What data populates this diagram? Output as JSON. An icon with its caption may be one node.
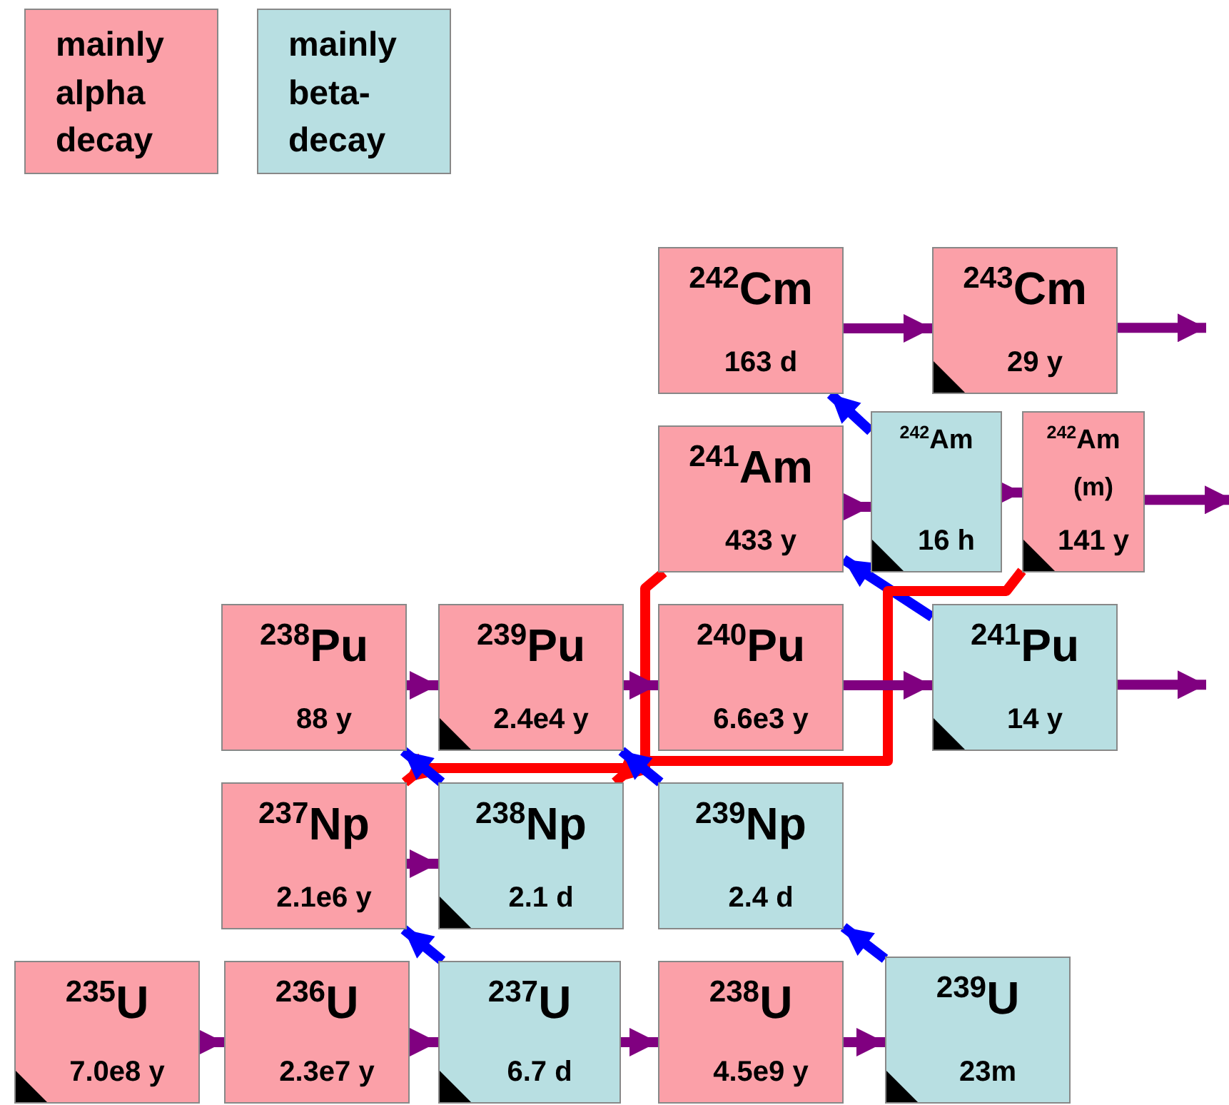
{
  "diagram": {
    "nodes": [
      {
        "text": [
          "$^{242}$Cm",
          "163 d"
        ]
      },
      {
        "text": [
          "$^{243}$Cm",
          "29 y"
        ]
      },
      {
        "text": [
          "$^{241}$Am",
          "433 y"
        ]
      },
      {
        "text": [
          "$^{242}$Am",
          "16 h"
        ]
      },
      {
        "text": [
          "$^{242}$Am",
          "(m)",
          "141 y"
        ]
      },
      {
        "text": [
          "$^{238}$Pu",
          "88 y"
        ]
      },
      {
        "text": [
          "$^{239}$Pu",
          "2.4e4 y"
        ]
      },
      {
        "text": [
          "$^{240}$Pu",
          "6.6e3 y"
        ]
      },
      {
        "text": [
          "$^{241}$Pu",
          "14 y"
        ]
      },
      {
        "text": [
          "$^{237}$Np",
          "2.1e6 y"
        ]
      },
      {
        "text": [
          "$^{238}$Np",
          "2.1 d"
        ]
      },
      {
        "text": [
          "$^{239}$Np",
          "2.4 d"
        ]
      },
      {
        "text": [
          "$^{235}$U",
          "7.0e8 y"
        ]
      },
      {
        "text": [
          "$^{236}$U",
          "2.3e7 y"
        ]
      },
      {
        "text": [
          "$^{237}$U",
          "6.7 d"
        ]
      },
      {
        "text": [
          "$^{238}$U",
          "4.5e9 y"
        ]
      },
      {
        "text": [
          "$^{239}$U",
          "23m"
        ]
      }
    ],
    "edges": [
      {
        "from": 0,
        "to": 1,
        "arrow": "to"
      },
      {
        "from": 1,
        "to": null,
        "arrow": "to"
      },
      {
        "from": 3,
        "to": 0,
        "arrow": "to",
        "color": "#0000ff"
      },
      {
        "from": 2,
        "to": 3,
        "arrow": "to"
      },
      {
        "from": 3,
        "to": 4,
        "arrow": "to"
      },
      {
        "from": 4,
        "to": null,
        "arrow": "to"
      },
      {
        "from": 8,
        "to": 2,
        "arrow": "to",
        "color": "#0000ff"
      },
      {
        "from": 2,
        "to": 9,
        "arrow": "to",
        "color": "#ff0000"
      },
      {
        "from": 4,
        "to": 10,
        "arrow": "to",
        "color": "#ff0000"
      },
      {
        "from": 5,
        "to": 6,
        "arrow": "to"
      },
      {
        "from": 6,
        "to": 7,
        "arrow": "to"
      },
      {
        "from": 7,
        "to": 8,
        "arrow": "to"
      },
      {
        "from": 8,
        "to": null,
        "arrow": "to"
      },
      {
        "from": 10,
        "to": 5,
        "arrow": "to",
        "color": "#0000ff"
      },
      {
        "from": 11,
        "to": 6,
        "arrow": "to",
        "color": "#0000ff"
      },
      {
        "from": 9,
        "to": 10,
        "arrow": "to"
      },
      {
        "from": 14,
        "to": 9,
        "arrow": "to",
        "color": "#0000ff"
      },
      {
        "from": 16,
        "to": 11,
        "arrow": "to",
        "color": "#0000ff"
      },
      {
        "from": 12,
        "to": 13,
        "arrow": "to"
      },
      {
        "from": 13,
        "to": 14,
        "arrow": "to"
      },
      {
        "from": 14,
        "to": 15,
        "arrow": "to"
      },
      {
        "from": 15,
        "to": 16,
        "arrow": "to"
      }
    ],
    "legend": [
      {
        "text": "mainly alpha decay",
        "color": "#fba0a8"
      },
      {
        "text": "mainly beta-decay",
        "color": "#b8dfe2"
      }
    ]
  }
}
